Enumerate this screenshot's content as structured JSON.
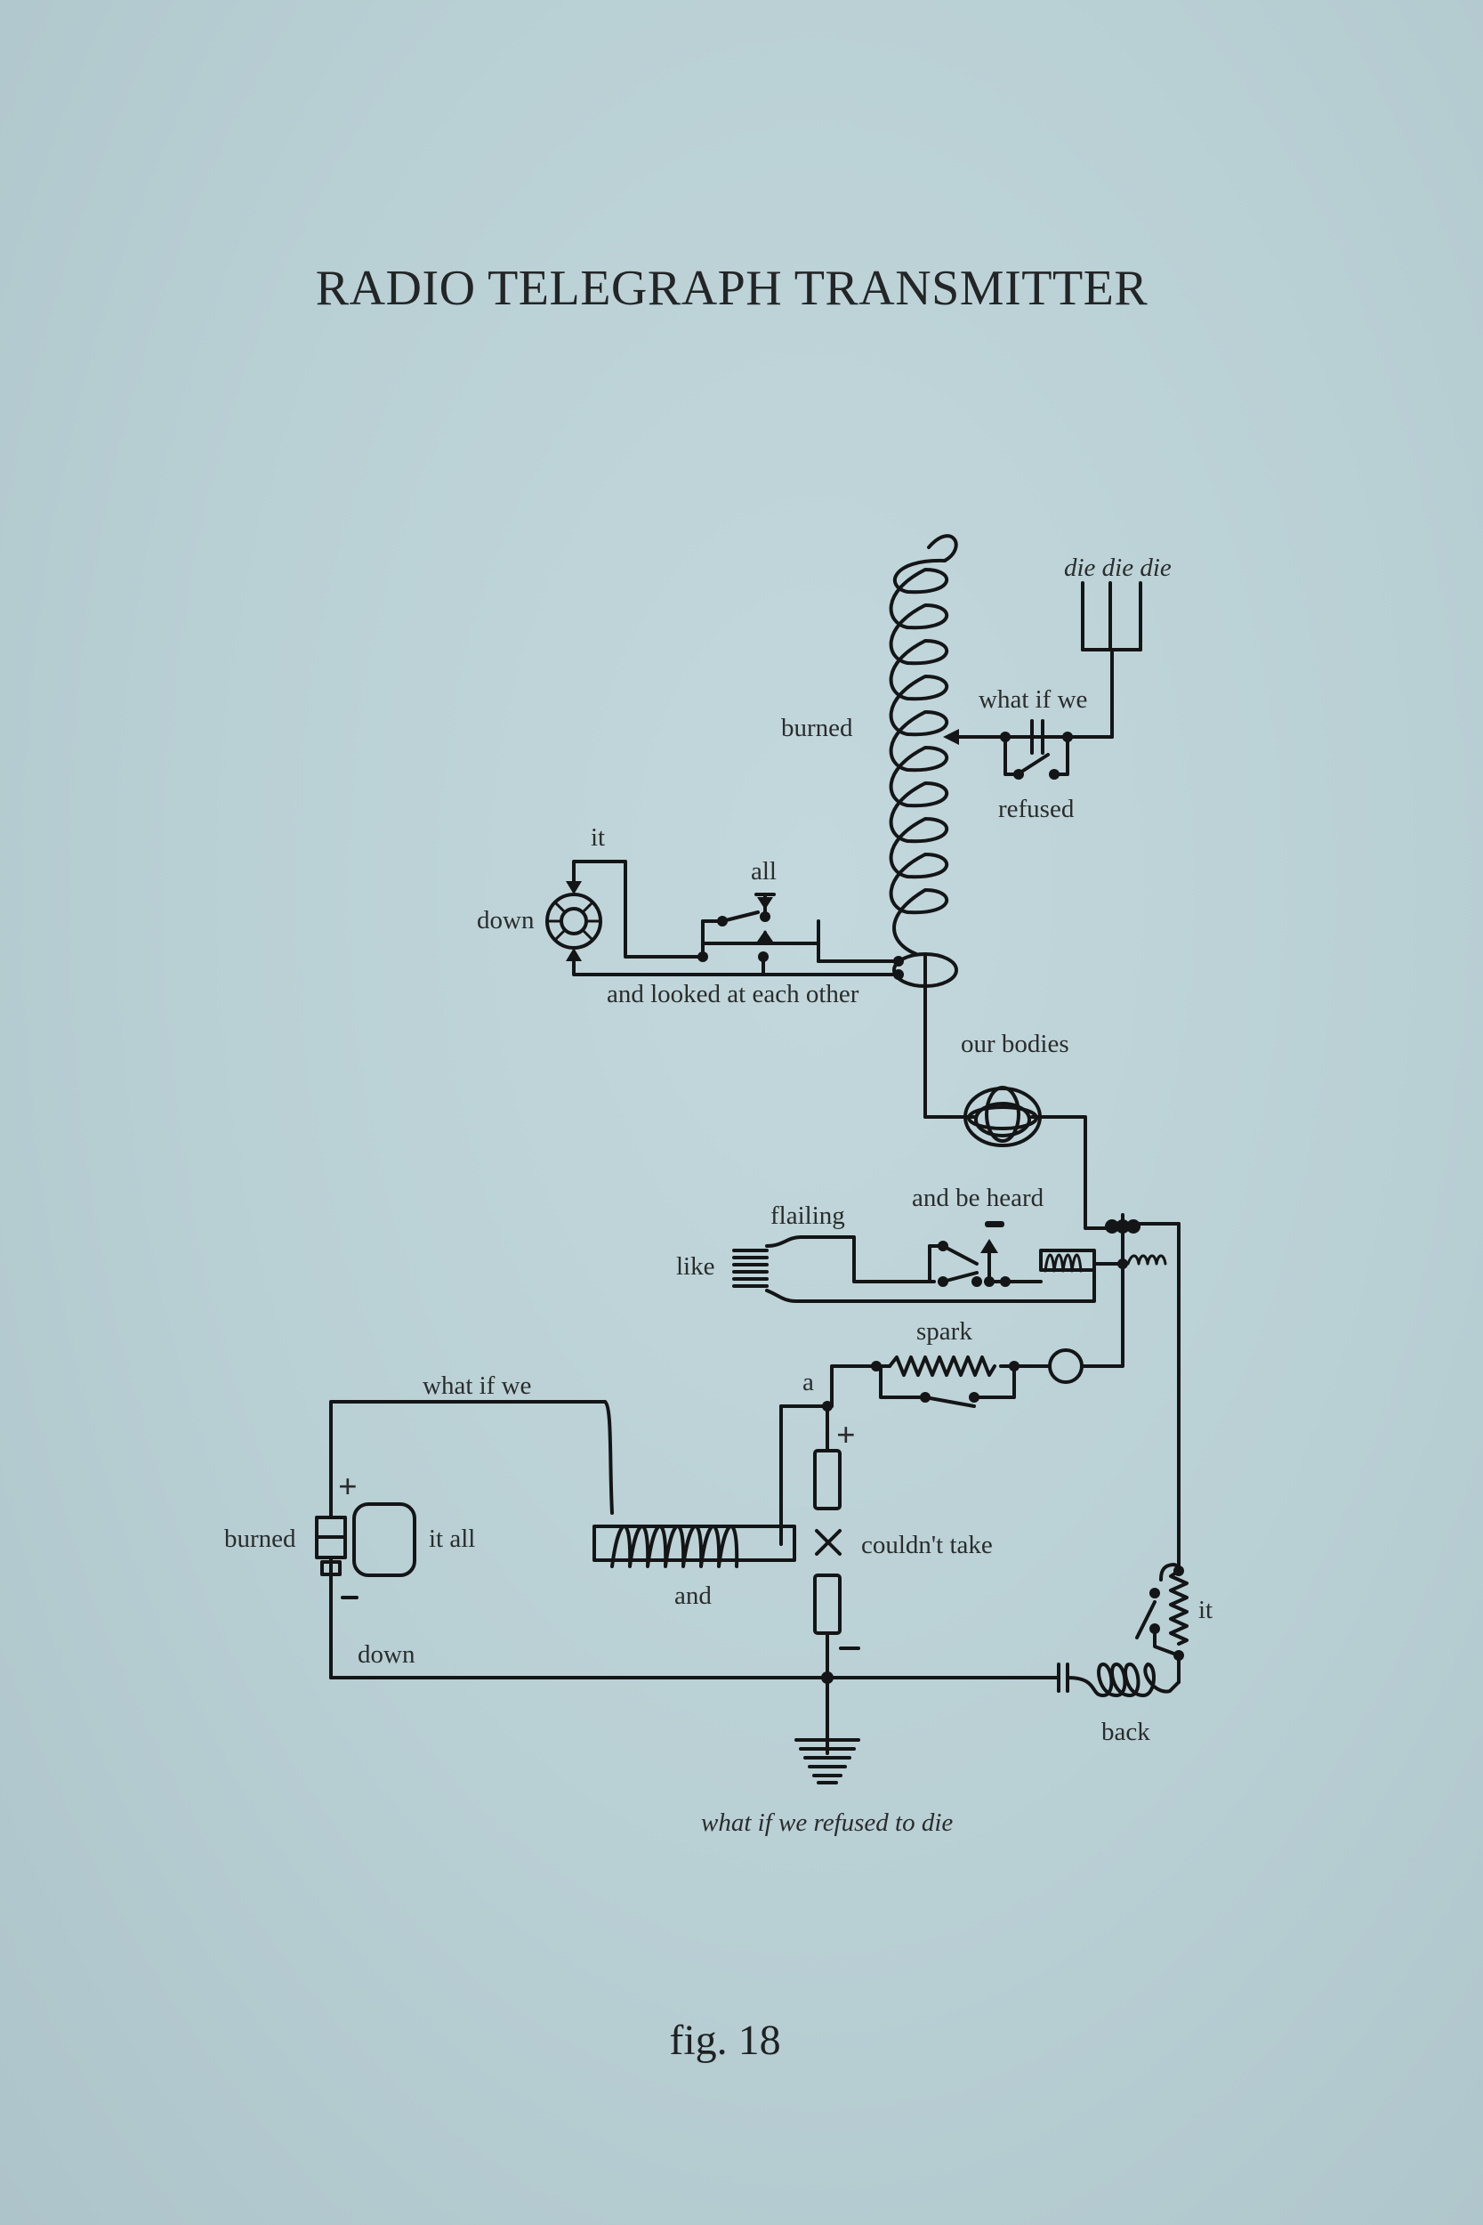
{
  "title": "RADIO TELEGRAPH TRANSMITTER",
  "figure_label": "fig. 18",
  "labels": {
    "die": "die die die",
    "what_if_we_top": "what if we",
    "burned_top": "burned",
    "refused": "refused",
    "it_top": "it",
    "all": "all",
    "down_left": "down",
    "and_looked": "and looked at each other",
    "our_bodies": "our bodies",
    "flailing": "flailing",
    "and_be_heard": "and be heard",
    "like": "like",
    "spark": "spark",
    "what_if_we_mid": "what if we",
    "a": "a",
    "burned_bottom": "burned",
    "it_all": "it all",
    "couldnt_take": "couldn't take",
    "and": "and",
    "it_right": "it",
    "down_bottom": "down",
    "back": "back",
    "caption": "what if we refused to die"
  },
  "colors": {
    "background": "#bcd2d6",
    "ink": "#141516"
  }
}
